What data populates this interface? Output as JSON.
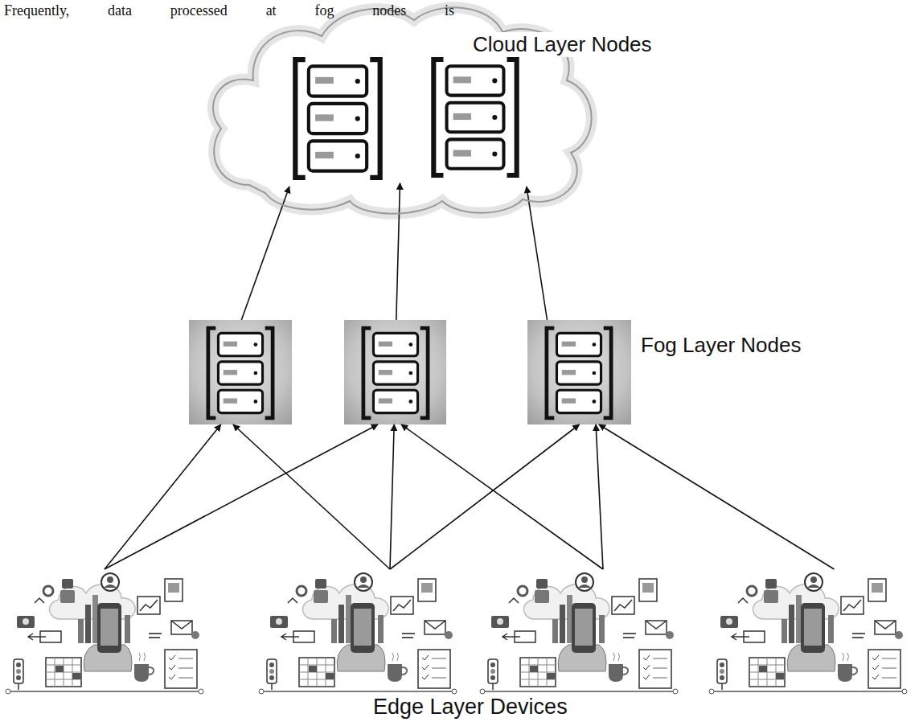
{
  "diagram": {
    "nodes": [
      {
        "text": [
          "Cloud Layer Nodes"
        ]
      },
      {
        "text": []
      },
      {
        "text": []
      },
      {
        "text": [
          "Fog Layer Nodes"
        ]
      },
      {
        "text": []
      },
      {
        "text": []
      },
      {
        "text": []
      },
      {
        "text": []
      }
    ],
    "edges": [
      {
        "from": 1,
        "to": 0,
        "arrow": "to"
      },
      {
        "from": 2,
        "to": 0,
        "arrow": "to"
      },
      {
        "from": 3,
        "to": 0,
        "arrow": "to"
      },
      {
        "from": 4,
        "to": 1,
        "arrow": "to"
      },
      {
        "from": 4,
        "to": 2,
        "arrow": "to"
      },
      {
        "from": 5,
        "to": 1,
        "arrow": "to"
      },
      {
        "from": 5,
        "to": 2,
        "arrow": "to"
      },
      {
        "from": 5,
        "to": 3,
        "arrow": "to"
      },
      {
        "from": 6,
        "to": 2,
        "arrow": "to"
      },
      {
        "from": 6,
        "to": 3,
        "arrow": "to"
      },
      {
        "from": 7,
        "to": 3,
        "arrow": "to"
      }
    ],
    "labels": [
      "Frequently, data processed at fog nodes is",
      "Edge Layer Devices"
    ]
  }
}
